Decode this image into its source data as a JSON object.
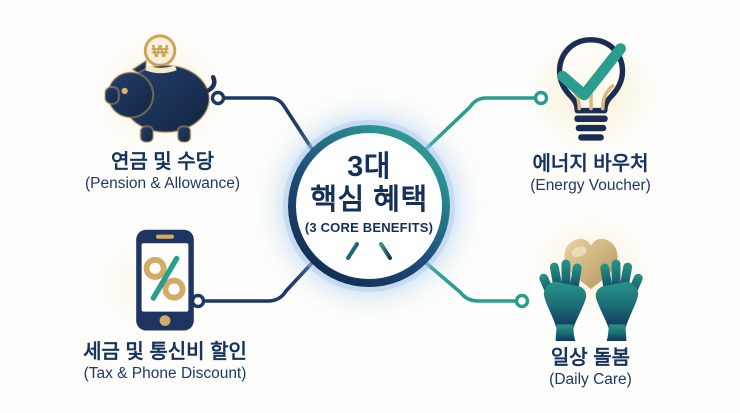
{
  "center": {
    "line1": "3대",
    "line2": "핵심 혜택",
    "subtitle": "(3 CORE BENEFITS)"
  },
  "benefits": [
    {
      "id": "pension-allowance",
      "position": "top-left",
      "icon": "piggy-bank-icon",
      "label_ko": "연금 및 수당",
      "label_en": "(Pension & Allowance)"
    },
    {
      "id": "energy-voucher",
      "position": "top-right",
      "icon": "lightbulb-check-icon",
      "label_ko": "에너지 바우처",
      "label_en": "(Energy Voucher)"
    },
    {
      "id": "tax-phone",
      "position": "bottom-left",
      "icon": "phone-discount-icon",
      "label_ko": "세금 및 통신비 할인",
      "label_en": "(Tax & Phone Discount)"
    },
    {
      "id": "daily-care",
      "position": "bottom-right",
      "icon": "hands-heart-icon",
      "label_ko": "일상 돌봄",
      "label_en": "(Daily Care)"
    }
  ],
  "symbols": {
    "won": "₩"
  },
  "colors": {
    "navy": "#16335e",
    "teal": "#2a9d8f",
    "gold": "#cfa660",
    "cream": "#f7ecd2",
    "glow_blue": "#a0c4ec",
    "glow_warm": "#fae9be",
    "background": "#fdfdfb"
  }
}
